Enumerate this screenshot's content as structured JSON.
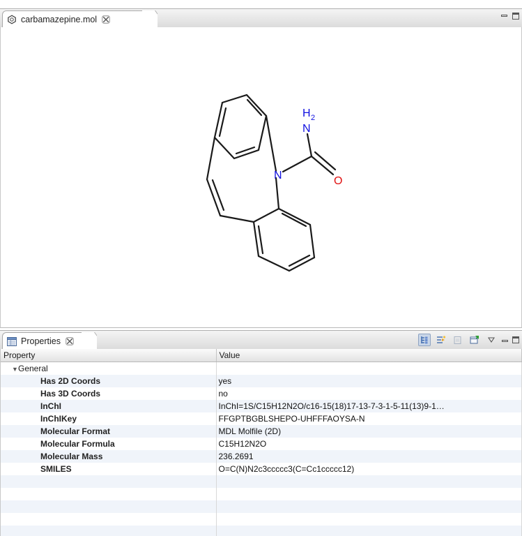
{
  "editor": {
    "tab_title": "carbamazepine.mol",
    "tab_icon": "molecule-icon",
    "atoms": {
      "n_ring": "N",
      "n_amide": "N",
      "h2": "H",
      "h2_sub": "2",
      "oxygen": "O"
    },
    "colors": {
      "nitrogen": "#1010e0",
      "oxygen": "#e01010",
      "bond": "#1a1a1a"
    }
  },
  "properties": {
    "tab_title": "Properties",
    "tab_icon": "properties-icon",
    "columns": {
      "property": "Property",
      "value": "Value"
    },
    "group": "General",
    "rows": [
      {
        "key": "Has 2D Coords",
        "value": "yes"
      },
      {
        "key": "Has 3D Coords",
        "value": "no"
      },
      {
        "key": "InChI",
        "value": "InChI=1S/C15H12N2O/c16-15(18)17-13-7-3-1-5-11(13)9-1…"
      },
      {
        "key": "InChIKey",
        "value": "FFGPTBGBLSHEPO-UHFFFAOYSA-N"
      },
      {
        "key": "Molecular Format",
        "value": "MDL Molfile (2D)"
      },
      {
        "key": "Molecular Formula",
        "value": "C15H12N2O"
      },
      {
        "key": "Molecular Mass",
        "value": "236.2691"
      },
      {
        "key": "SMILES",
        "value": "O=C(N)N2c3ccccc3(C=Cc1ccccc12)"
      }
    ]
  }
}
